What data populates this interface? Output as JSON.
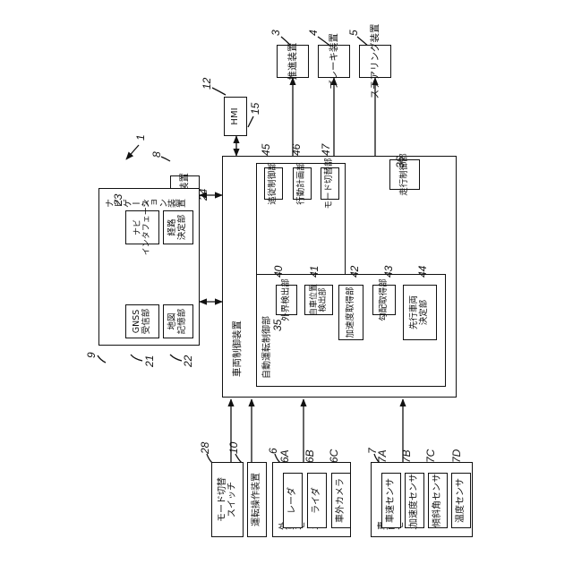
{
  "ref": {
    "system": "1",
    "propulsion": "3",
    "brake": "4",
    "steering": "5",
    "ext_sensor": "6",
    "ext_sensor_radar": "6A",
    "ext_sensor_lidar": "6B",
    "ext_sensor_camera": "6C",
    "veh_sensor": "7",
    "veh_sensor_speed": "7A",
    "veh_sensor_accel": "7B",
    "veh_sensor_tilt": "7C",
    "veh_sensor_temp": "7D",
    "comm": "8",
    "nav": "9",
    "drive_op": "10",
    "hmi": "12",
    "controller": "15",
    "gnss": "21",
    "map": "22",
    "navi_if": "23",
    "route": "24",
    "mode_sw": "28",
    "auto_ctrl": "35",
    "travel_ctrl": "36",
    "ext_detect": "40",
    "own_pos": "41",
    "accel_acq": "42",
    "grad_acq": "43",
    "preceding": "44",
    "follow_ctrl": "45",
    "action_plan": "46",
    "mode_switch_unit": "47"
  },
  "labels": {
    "propulsion": "推進装置",
    "brake": "ブレーキ装置",
    "steering": "ステアリング装置",
    "hmi": "HMI",
    "comm": "通信装置",
    "controller": "車両制御装置",
    "travel_ctrl": "走行制御部",
    "follow_ctrl": "追従制御部",
    "action_plan": "行動計画部",
    "mode_switch_unit": "モード切替部",
    "auto_ctrl": "自動運転制御部",
    "ext_detect": "外界検出部",
    "own_pos": [
      "自車位置",
      "検出部"
    ],
    "accel_acq": "加速度取得部",
    "grad_acq": "勾配取得部",
    "preceding": [
      "先行車両",
      "決定部"
    ],
    "nav": "ナビゲーション装置",
    "navi_if": [
      "ナビ",
      "インタフェース"
    ],
    "route": [
      "経路",
      "決定部"
    ],
    "gnss": [
      "GNSS",
      "受信部"
    ],
    "map": [
      "地図",
      "記憶部"
    ],
    "mode_sw": [
      "モード切替",
      "スイッチ"
    ],
    "drive_op": "運転操作装置",
    "ext_sensor": "外界センサ",
    "radar": "レーダ",
    "lidar": "ライダ",
    "camera": "車外カメラ",
    "veh_sensor": "車両センサ",
    "speed": "車速センサ",
    "accel": "加速度センサ",
    "tilt": "傾斜角センサ",
    "temp": "温度センサ"
  }
}
